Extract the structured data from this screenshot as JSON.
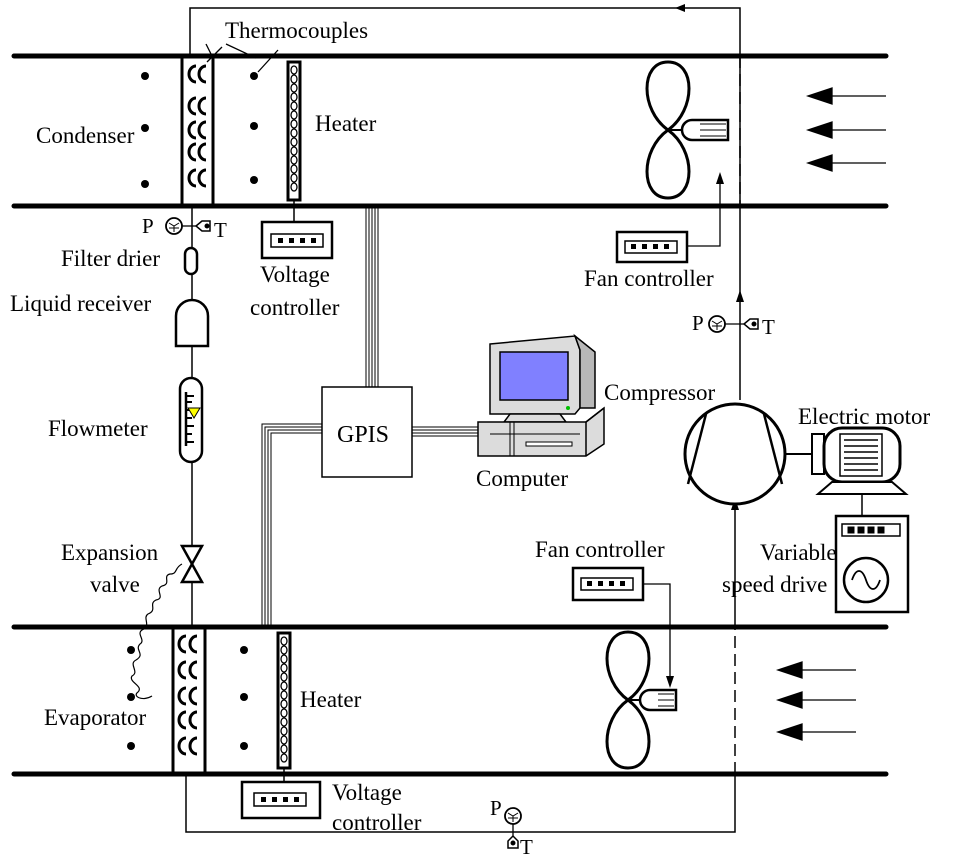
{
  "labels": {
    "thermocouples": "Thermocouples",
    "condenser": "Condenser",
    "heater_top": "Heater",
    "filter_drier": "Filter drier",
    "voltage_controller_top_1": "Voltage",
    "voltage_controller_top_2": "controller",
    "liquid_receiver": "Liquid receiver",
    "fan_controller_top": "Fan controller",
    "flowmeter": "Flowmeter",
    "gpis": "GPIS",
    "computer": "Computer",
    "compressor": "Compressor",
    "electric_motor": "Electric motor",
    "expansion_valve_1": "Expansion",
    "expansion_valve_2": "valve",
    "fan_controller_bottom": "Fan controller",
    "variable_speed_drive_1": "Variable",
    "variable_speed_drive_2": "speed drive",
    "evaporator": "Evaporator",
    "heater_bottom": "Heater",
    "voltage_controller_bottom_1": "Voltage",
    "voltage_controller_bottom_2": "controller",
    "p": "P",
    "t": "T"
  },
  "colors": {
    "line": "#000000",
    "screen": "#8080ff",
    "led": "#00c000",
    "flow_indicator": "#ffff00",
    "computer_body": "#dcdcdc"
  }
}
